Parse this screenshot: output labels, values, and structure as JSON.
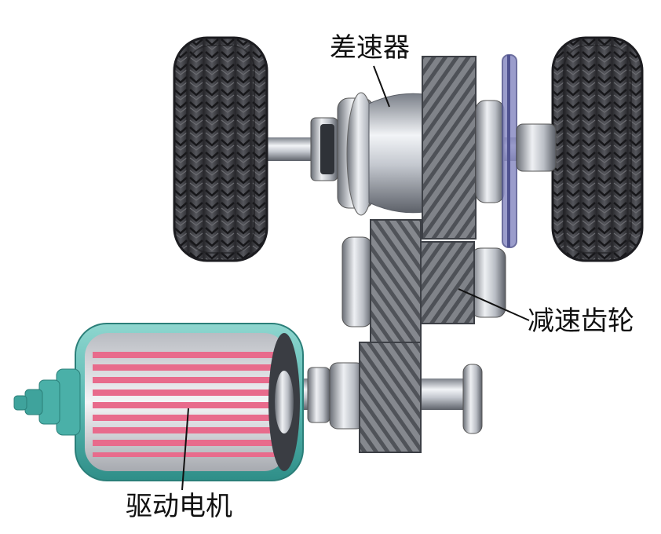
{
  "labels": {
    "differential": "差速器",
    "reduction_gear": "减速齿轮",
    "drive_motor": "驱动电机"
  },
  "icons": [
    "wheel-icon",
    "differential-icon",
    "reduction-gear-icon",
    "drive-motor-icon"
  ],
  "colors": {
    "tire": "#3a3a3f",
    "steel": "#c8ccd3",
    "motor_casing": "#59b9b2",
    "motor_coil": "#e86b8c",
    "sensor_disc": "#6b6ea8"
  }
}
